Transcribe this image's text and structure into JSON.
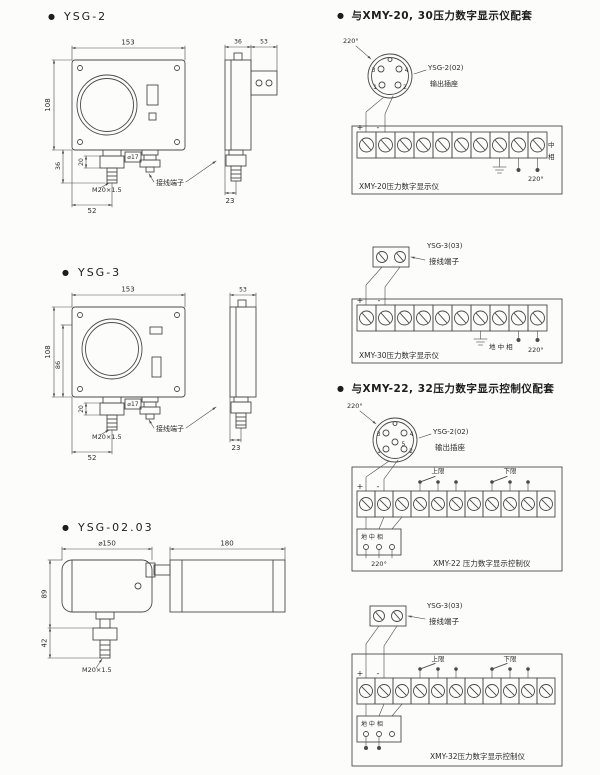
{
  "page": {
    "bullet": "●"
  },
  "left": {
    "ysg2": {
      "title": "YSG-2",
      "front": {
        "dim_width": "153",
        "dim_height": "108",
        "dim_lower": "36",
        "dim_nut": "20",
        "thread": "M20×1.5",
        "dim_base": "52",
        "gland": "⌀17",
        "terminal": "接线端子"
      },
      "side": {
        "dim_front": "36",
        "dim_depth": "53",
        "dim_offset": "23"
      }
    },
    "ysg3": {
      "title": "YSG-3",
      "front": {
        "dim_width": "153",
        "dim_height": "108",
        "dim_lower": "86",
        "dim_nut": "20",
        "thread": "M20×1.5",
        "dim_base": "52",
        "gland": "⌀17",
        "terminal": "接线端子"
      },
      "side": {
        "dim_depth": "53",
        "dim_offset": "23"
      }
    },
    "ysg02": {
      "title": "YSG-02.03",
      "dim_dia": "⌀150",
      "dim_len": "180",
      "dim_h1": "89",
      "dim_h2": "42",
      "thread": "M20×1.5"
    }
  },
  "right": {
    "s20": {
      "heading": "与XMY-20, 30压力数字显示仪配套",
      "plug": {
        "volt": "220°",
        "pin1": "1",
        "pin2": "2",
        "pin3": "3",
        "pin4": "4",
        "name": "YSG-2(02)",
        "caption": "输出插座"
      },
      "strip": {
        "plus": "+",
        "minus": "-",
        "neutral": "中",
        "phase": "相",
        "volt": "220°",
        "name": "XMY-20压力数字显示仪"
      }
    },
    "s30": {
      "block": {
        "name": "YSG-3(03)",
        "caption": "接线端子"
      },
      "strip": {
        "plus": "+",
        "minus": "-",
        "labels": "地 中 相",
        "volt": "220°",
        "name": "XMY-30压力数字显示仪"
      }
    },
    "s22": {
      "heading": "与XMY-22, 32压力数字显示控制仪配套",
      "plug": {
        "volt": "220°",
        "pin1": "1",
        "pin2": "2",
        "pin3": "3",
        "pin4": "4",
        "pin5": "5",
        "name": "YSG-2(02)",
        "caption": "输出插座"
      },
      "strip": {
        "plus": "+",
        "minus": "-",
        "sw_high": "上限",
        "sw_low": "下限",
        "labels": "地 中 相",
        "volt": "220°",
        "name": "XMY-22 压力数字显示控制仪"
      }
    },
    "s32": {
      "block": {
        "name": "YSG-3(03)",
        "caption": "接线端子"
      },
      "strip": {
        "plus": "+",
        "minus": "-",
        "sw_high": "上限",
        "sw_low": "下限",
        "labels": "地 中 相",
        "name": "XMY-32压力数字显示控制仪"
      }
    }
  }
}
